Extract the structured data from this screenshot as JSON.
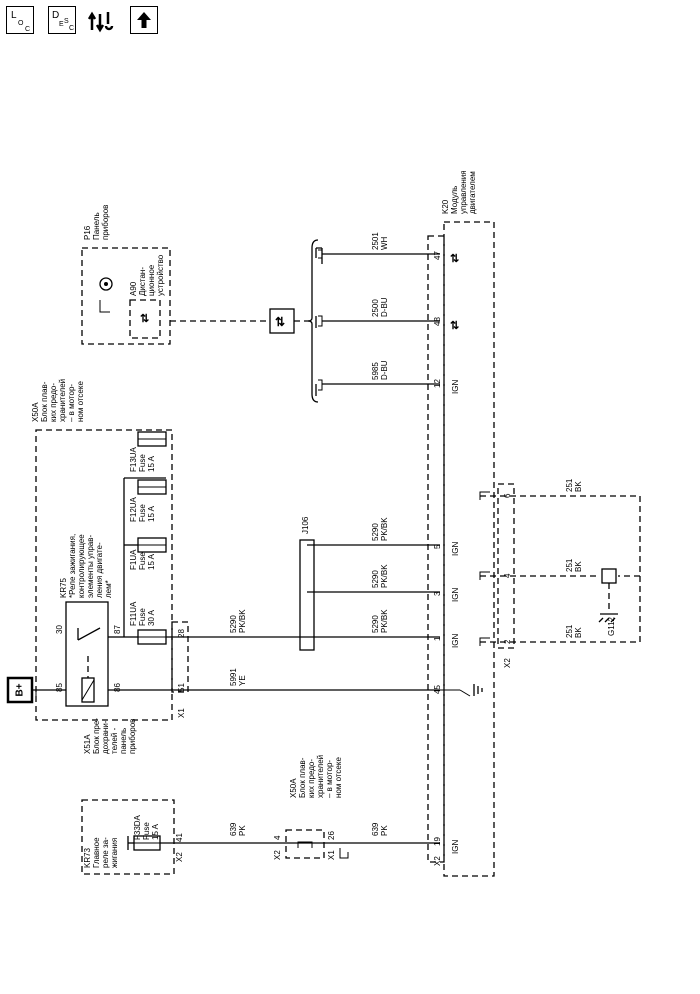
{
  "toolbar": {
    "loc_main": "L",
    "loc_sub": "O",
    "loc_sub2": "C",
    "desc_main": "D",
    "desc_sub": "E",
    "desc_sub2": "S",
    "desc_sub3": "C"
  },
  "labels": {
    "bplus": "B+",
    "x51a_title": [
      "X51A",
      "Блок пре-",
      "дохрани-",
      "телей -",
      "панель",
      "приборов"
    ],
    "kr73": [
      "KR73",
      "Главное",
      "реле за-",
      "жигания"
    ],
    "f33da": [
      "F33DA",
      "Fuse",
      "15 A"
    ],
    "x50a_top": [
      "X50A",
      "Блок плав-",
      "ких предо-",
      "хранителей",
      "– в мотор-",
      "ном отсеке"
    ],
    "x50a_mid": [
      "X50A",
      "Блок плав-",
      "ких предо-",
      "хранителей",
      "– в мотор-",
      "ном отсеке"
    ],
    "kr75": [
      "KR75",
      "*Реле зажигания,",
      "контролирующее",
      "элементы управ-",
      "ления двигате-",
      "лем*"
    ],
    "f11ua": [
      "F11UA",
      "Fuse",
      "30 A"
    ],
    "f1ua": [
      "F1UA",
      "Fuse",
      "15 A"
    ],
    "f12ua": [
      "F12UA",
      "Fuse",
      "15 A"
    ],
    "f13ua": [
      "F13UA",
      "Fuse",
      "15 A"
    ],
    "p16": [
      "P16",
      "Панель",
      "приборов"
    ],
    "a90": [
      "A90",
      "Дистан-",
      "ционное",
      "устройство"
    ],
    "k20": [
      "K20",
      "Модуль",
      "управления",
      "двигателем"
    ],
    "j106": "J106",
    "g112": "G112",
    "ign": "IGN",
    "x1": "X1",
    "x2": "X2"
  },
  "pins": {
    "p30": "30",
    "p85": "85",
    "p86": "86",
    "p87": "87",
    "p28": "28",
    "p51": "51",
    "p41": "41",
    "p4": "4",
    "p26": "26",
    "k1": "1",
    "k3": "3",
    "k5": "5",
    "k45": "45",
    "k19": "19",
    "k12": "12",
    "k48": "48",
    "k47": "47",
    "g2": "2",
    "g4": "4",
    "g6": "6"
  },
  "wires": {
    "w639a": [
      "639",
      "PK"
    ],
    "w639b": [
      "639",
      "PK"
    ],
    "w5991": [
      "5991",
      "YE"
    ],
    "w5290a": [
      "5290",
      "PK/BK"
    ],
    "w5290b": [
      "5290",
      "PK/BK"
    ],
    "w5290c": [
      "5290",
      "PK/BK"
    ],
    "w5290d": [
      "5290",
      "PK/BK"
    ],
    "w5985": [
      "5985",
      "D-BU"
    ],
    "w2500": [
      "2500",
      "D-BU"
    ],
    "w2501": [
      "2501",
      "WH"
    ],
    "w251a": [
      "251",
      "BK"
    ],
    "w251b": [
      "251",
      "BK"
    ],
    "w251c": [
      "251",
      "BK"
    ]
  }
}
